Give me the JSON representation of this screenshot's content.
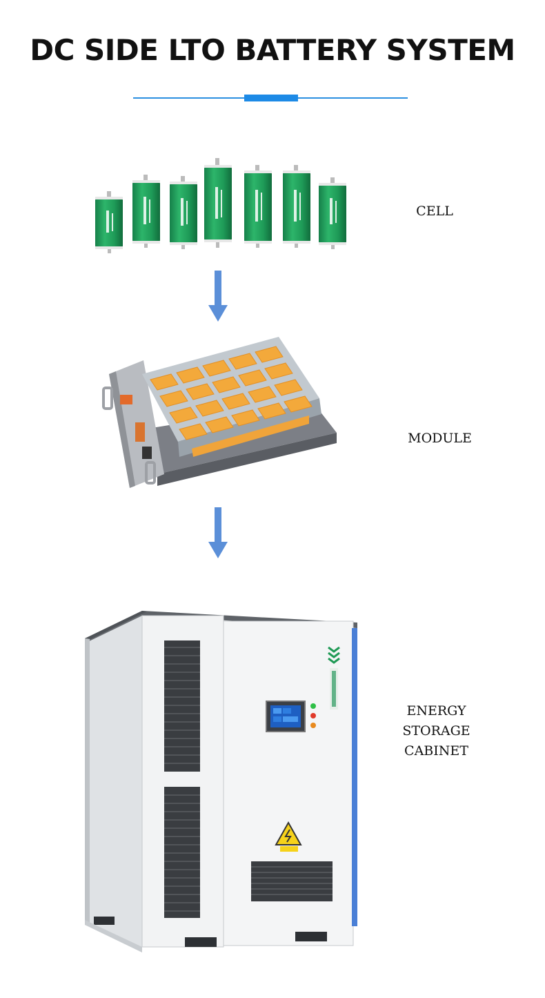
{
  "header": {
    "title": "DC SIDE LTO BATTERY SYSTEM"
  },
  "stages": {
    "cell": {
      "label": "CELL"
    },
    "module": {
      "label": "MODULE"
    },
    "cabinet": {
      "label_lines": [
        "ENERGY",
        "STORAGE",
        "CABINET"
      ]
    }
  },
  "colors": {
    "accent": "#1d8ae6",
    "arrow": "#5b8fd8",
    "cell_green": "#1f9a55",
    "module_orange": "#f3a93b",
    "cabinet_white": "#f2f3f4",
    "cabinet_blue_trim": "#4a7fd6"
  },
  "icons": {
    "flow_arrow": "arrow-down-icon",
    "warning": "warning-triangle-icon"
  }
}
